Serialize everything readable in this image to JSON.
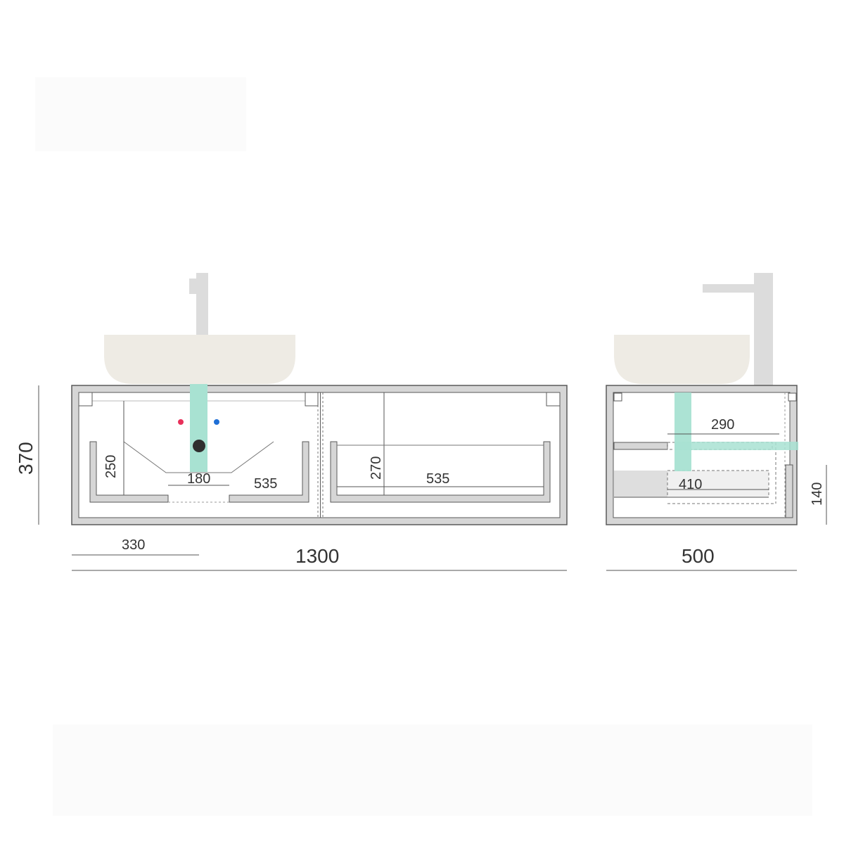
{
  "front_view": {
    "overall_width": "1300",
    "overall_height": "370",
    "pipe_offset": "330",
    "left_drawer_height": "250",
    "siphon_cutout_width": "180",
    "left_drawer_width": "535",
    "right_drawer_height": "270",
    "right_drawer_width": "535"
  },
  "side_view": {
    "overall_depth": "500",
    "drawer_height": "140",
    "siphon_depth": "290",
    "drawer_depth": "410"
  },
  "colors": {
    "cabinet_line": "#5a5a5a",
    "cabinet_fill": "#d6d6d6",
    "basin_fill": "#eeebe4",
    "faucet": "#dcdcdc",
    "drain_pipe": "#a8e2d2",
    "hot_water": "#e8305a",
    "cold_water": "#1f6fd6",
    "siphon_outlet": "#2f2f2f"
  }
}
